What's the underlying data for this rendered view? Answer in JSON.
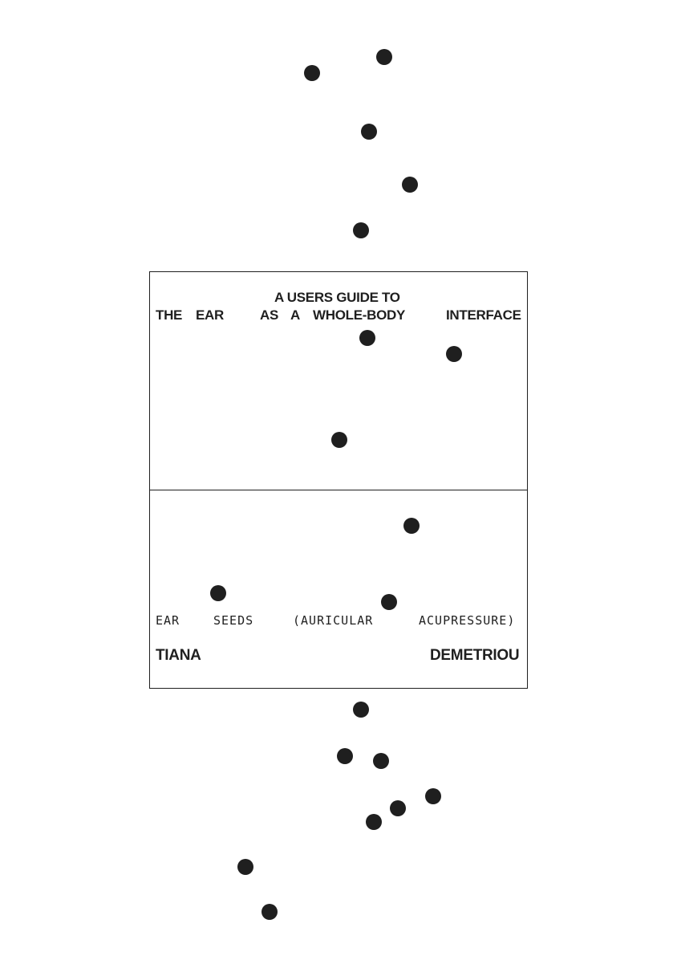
{
  "cover": {
    "subtitle": "A USERS GUIDE TO",
    "title_words": [
      "THE",
      "EAR",
      "AS",
      "A",
      "WHOLE-BODY",
      "INTERFACE"
    ],
    "series_words": [
      "EAR",
      "SEEDS",
      "(AURICULAR",
      "ACUPRESSURE)"
    ],
    "author_first": "TIANA",
    "author_last": "DEMETRIOU"
  },
  "colors": {
    "ink": "#1f1f1f",
    "background": "#ffffff"
  }
}
